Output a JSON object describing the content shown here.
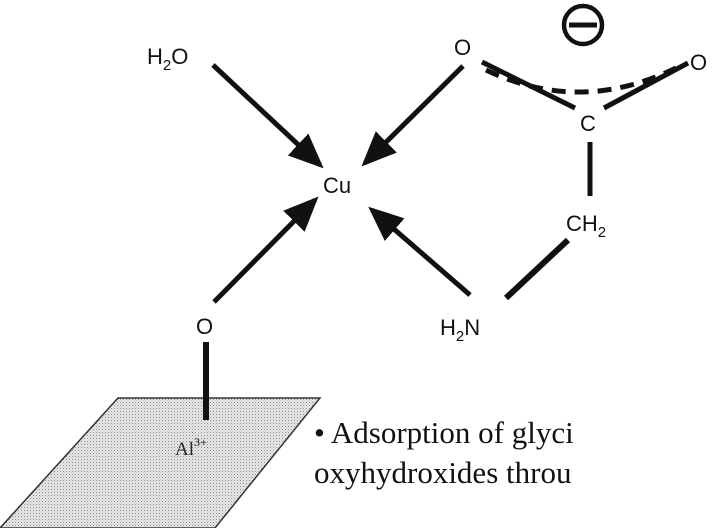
{
  "diagram": {
    "atoms": {
      "water": {
        "main": "H",
        "sub": "2",
        "tail": "O"
      },
      "copper": "Cu",
      "carboxyl_o_left": "O",
      "carboxyl_o_right": "O",
      "carbon": "C",
      "methylene": {
        "main": "CH",
        "sub": "2"
      },
      "amine": {
        "main": "H",
        "sub": "2",
        "tail": "N"
      },
      "surface_o": "O",
      "aluminum": {
        "main": "Al",
        "sup": "3+"
      }
    },
    "charge": "−"
  },
  "caption": {
    "line1": "• Adsorption of glyci",
    "line2": "oxyhydroxides throu"
  }
}
